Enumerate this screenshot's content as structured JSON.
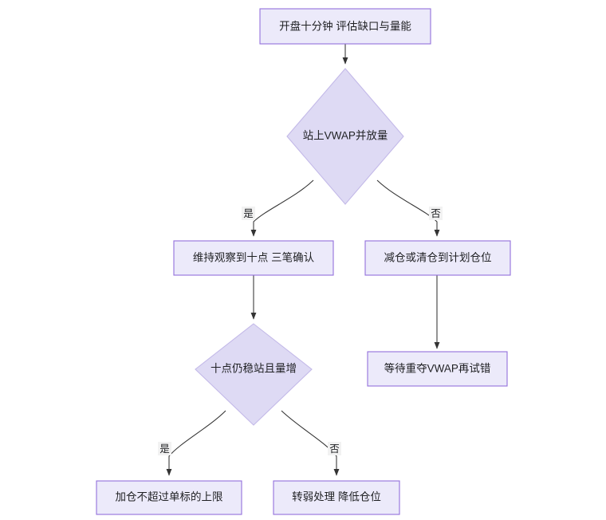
{
  "diagram": {
    "type": "flowchart",
    "direction": "top-down",
    "theme": {
      "background": "#ffffff",
      "node_fill": "#ECEAFA",
      "node_stroke": "#9370DB",
      "decision_fill": "#DEDAF4",
      "decision_stroke": "#C3B9E8",
      "edge_stroke": "#333333",
      "edge_label_bg": "#f2f2f2",
      "text_color": "#1f2023"
    },
    "nodes": [
      {
        "id": "start",
        "shape": "rect",
        "label": "开盘十分钟 评估缺口与量能"
      },
      {
        "id": "decision1",
        "shape": "diamond",
        "label": "站上VWAP并放量"
      },
      {
        "id": "hold",
        "shape": "rect",
        "label": "维持观察到十点 三笔确认"
      },
      {
        "id": "reduce",
        "shape": "rect",
        "label": "减仓或清仓到计划仓位"
      },
      {
        "id": "decision2",
        "shape": "diamond",
        "label": "十点仍稳站且量增"
      },
      {
        "id": "wait",
        "shape": "rect",
        "label": "等待重夺VWAP再试错"
      },
      {
        "id": "addposition",
        "shape": "rect",
        "label": "加仓不超过单标的上限"
      },
      {
        "id": "weaken",
        "shape": "rect",
        "label": "转弱处理 降低仓位"
      }
    ],
    "edges": [
      {
        "from": "start",
        "to": "decision1",
        "label": ""
      },
      {
        "from": "decision1",
        "to": "hold",
        "label": "是"
      },
      {
        "from": "decision1",
        "to": "reduce",
        "label": "否"
      },
      {
        "from": "hold",
        "to": "decision2",
        "label": ""
      },
      {
        "from": "reduce",
        "to": "wait",
        "label": ""
      },
      {
        "from": "decision2",
        "to": "addposition",
        "label": "是"
      },
      {
        "from": "decision2",
        "to": "weaken",
        "label": "否"
      }
    ]
  }
}
